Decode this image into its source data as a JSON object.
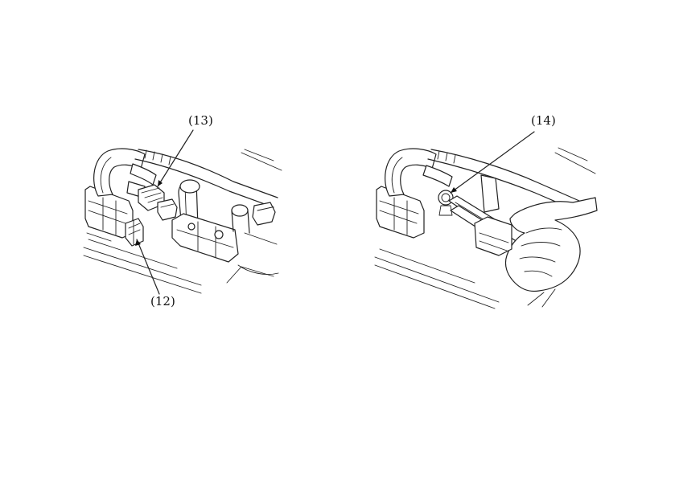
{
  "figures": [
    {
      "name": "left-illustration",
      "callouts": [
        "(13)",
        "(12)"
      ]
    },
    {
      "name": "right-illustration",
      "callouts": [
        "(14)"
      ]
    }
  ],
  "colors": {
    "line": "#222222",
    "background": "#ffffff"
  }
}
